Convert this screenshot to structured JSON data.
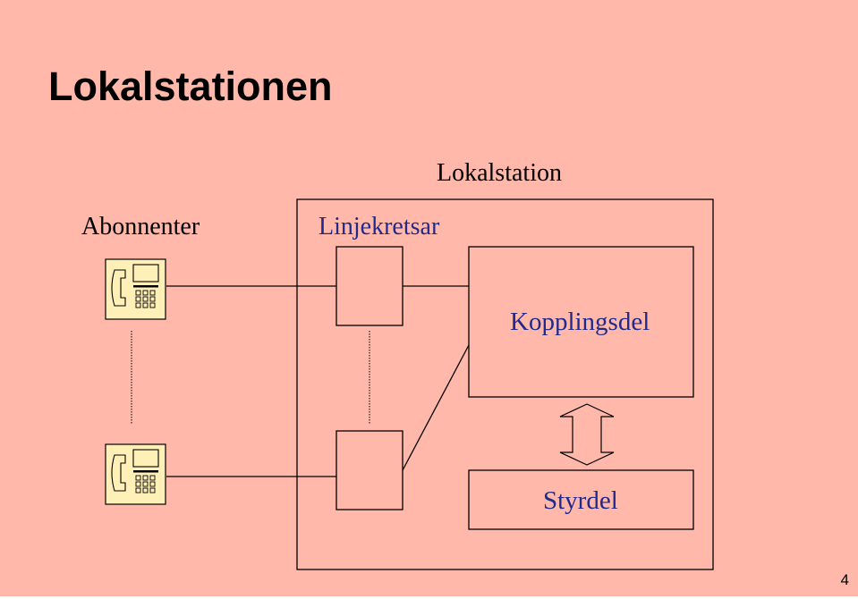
{
  "slide": {
    "title": "Lokalstationen",
    "page_number": "4"
  },
  "diagram": {
    "station_label": "Lokalstation",
    "subscribers_label": "Abonnenter",
    "line_circuits_label": "Linjekretsar",
    "switching_label": "Kopplingsdel",
    "control_label": "Styrdel"
  },
  "colors": {
    "background": "#ffb8aa",
    "label_blue": "#1f2a8c",
    "phone_fill": "#fff0b8"
  }
}
